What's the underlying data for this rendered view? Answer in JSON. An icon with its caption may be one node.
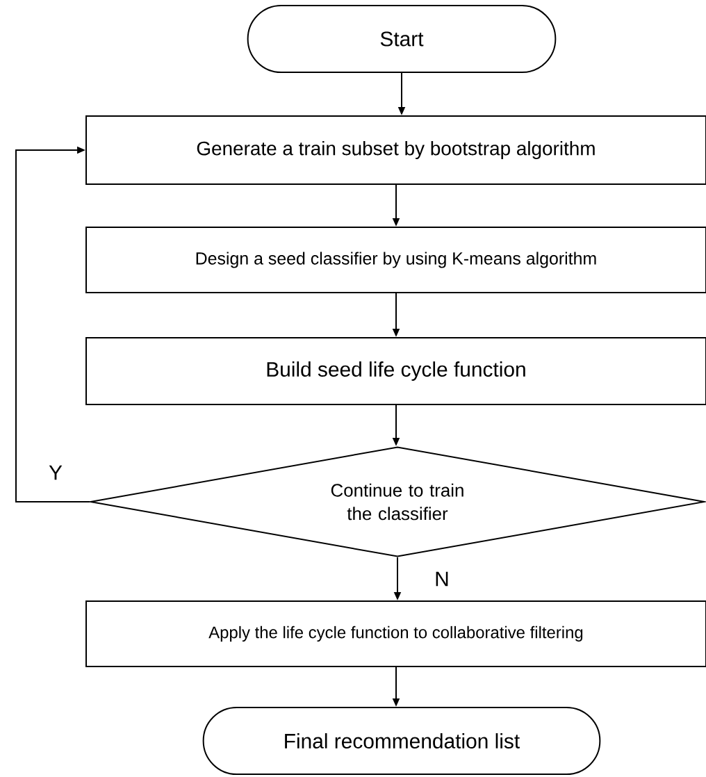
{
  "diagram": {
    "nodes": [
      {
        "text": [
          "Start"
        ]
      },
      {
        "text": [
          "Generate a train subset by bootstrap algorithm"
        ]
      },
      {
        "text": [
          "Design a seed classifier by using K-means algorithm"
        ]
      },
      {
        "text": [
          "Build seed life cycle function"
        ]
      },
      {
        "text": [
          "Continue to train the classifier"
        ]
      },
      {
        "text": [
          "Apply the life cycle function to collaborative filtering"
        ]
      },
      {
        "text": [
          "Final recommendation list"
        ]
      }
    ],
    "edges": [
      {
        "from": 0,
        "to": 1,
        "arrow": "to"
      },
      {
        "from": 1,
        "to": 2,
        "arrow": "to"
      },
      {
        "from": 2,
        "to": 3,
        "arrow": "to"
      },
      {
        "from": 3,
        "to": 4,
        "arrow": "to"
      },
      {
        "from": 4,
        "to": 1,
        "arrow": "to",
        "label": "Y"
      },
      {
        "from": 4,
        "to": 5,
        "arrow": "to",
        "label": "N"
      },
      {
        "from": 5,
        "to": 6,
        "arrow": "to"
      }
    ]
  }
}
